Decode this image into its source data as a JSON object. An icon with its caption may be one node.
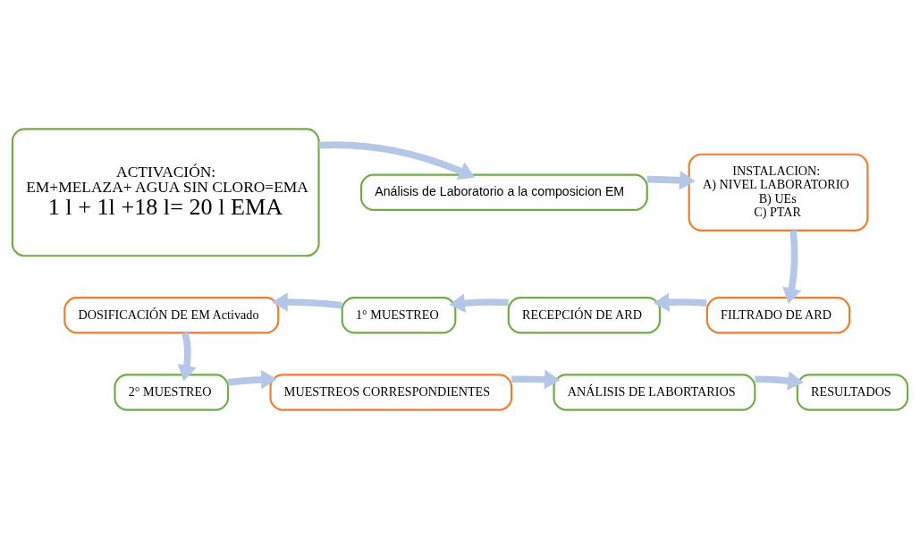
{
  "diagram": {
    "nodes": [
      {
        "text": [
          "ACTIVACIÓN:",
          "EM+MELAZA+ AGUA SIN CLORO=EMA",
          "1 l + 1l +18 l= 20 l EMA"
        ]
      },
      {
        "text": [
          "Análisis de Laboratorio a la composicion EM"
        ]
      },
      {
        "text": [
          "INSTALACION:",
          "A) NIVEL LABORATORIO",
          "B) UEs",
          "C) PTAR"
        ]
      },
      {
        "text": [
          "DOSIFICACIÓN DE EM Activado"
        ]
      },
      {
        "text": [
          "1° MUESTREO"
        ]
      },
      {
        "text": [
          "RECEPCIÓN DE ARD"
        ]
      },
      {
        "text": [
          "FILTRADO DE ARD"
        ]
      },
      {
        "text": [
          "2° MUESTREO"
        ]
      },
      {
        "text": [
          "MUESTREOS CORRESPONDIENTES"
        ]
      },
      {
        "text": [
          "ANÁLISIS DE LABORTARIOS"
        ]
      },
      {
        "text": [
          "RESULTADOS"
        ]
      }
    ],
    "edges": [
      {
        "from": 0,
        "to": 1,
        "arrow": "to"
      },
      {
        "from": 1,
        "to": 2,
        "arrow": "to"
      },
      {
        "from": 2,
        "to": 6,
        "arrow": "to"
      },
      {
        "from": 6,
        "to": 5,
        "arrow": "to"
      },
      {
        "from": 5,
        "to": 4,
        "arrow": "to"
      },
      {
        "from": 4,
        "to": 3,
        "arrow": "to"
      },
      {
        "from": 3,
        "to": 7,
        "arrow": "to"
      },
      {
        "from": 7,
        "to": 8,
        "arrow": "to"
      },
      {
        "from": 8,
        "to": 9,
        "arrow": "to"
      },
      {
        "from": 9,
        "to": 10,
        "arrow": "to"
      }
    ]
  }
}
